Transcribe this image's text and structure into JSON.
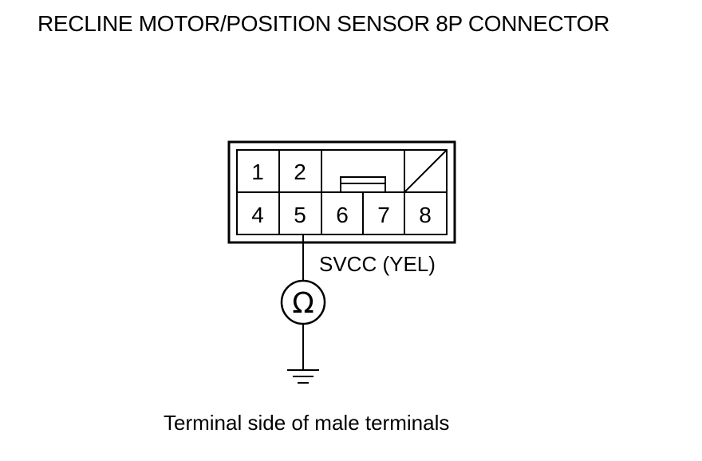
{
  "title": "RECLINE MOTOR/POSITION SENSOR 8P CONNECTOR",
  "caption": "Terminal side of male terminals",
  "wire_label": "SVCC (YEL)",
  "meter_symbol": "Ω",
  "connector": {
    "pins": [
      {
        "id": "pin-1",
        "label": "1"
      },
      {
        "id": "pin-2",
        "label": "2"
      },
      {
        "id": "pin-4",
        "label": "4"
      },
      {
        "id": "pin-5",
        "label": "5"
      },
      {
        "id": "pin-6",
        "label": "6"
      },
      {
        "id": "pin-7",
        "label": "7"
      },
      {
        "id": "pin-8",
        "label": "8"
      }
    ]
  },
  "colors": {
    "line": "#000000",
    "background": "#ffffff"
  }
}
